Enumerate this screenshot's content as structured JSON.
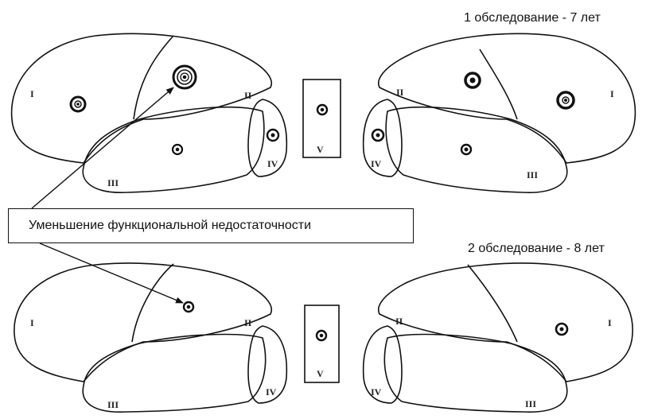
{
  "captions": {
    "exam1": "1 обследование - 7 лет",
    "exam2": "2 обследование - 8 лет"
  },
  "legend": {
    "text": "Уменьшение функциональной недостаточности"
  },
  "region_labels": {
    "I": "I",
    "II": "II",
    "III": "III",
    "IV": "IV",
    "V": "V"
  },
  "colors": {
    "line": "#111111",
    "background": "#ffffff"
  }
}
